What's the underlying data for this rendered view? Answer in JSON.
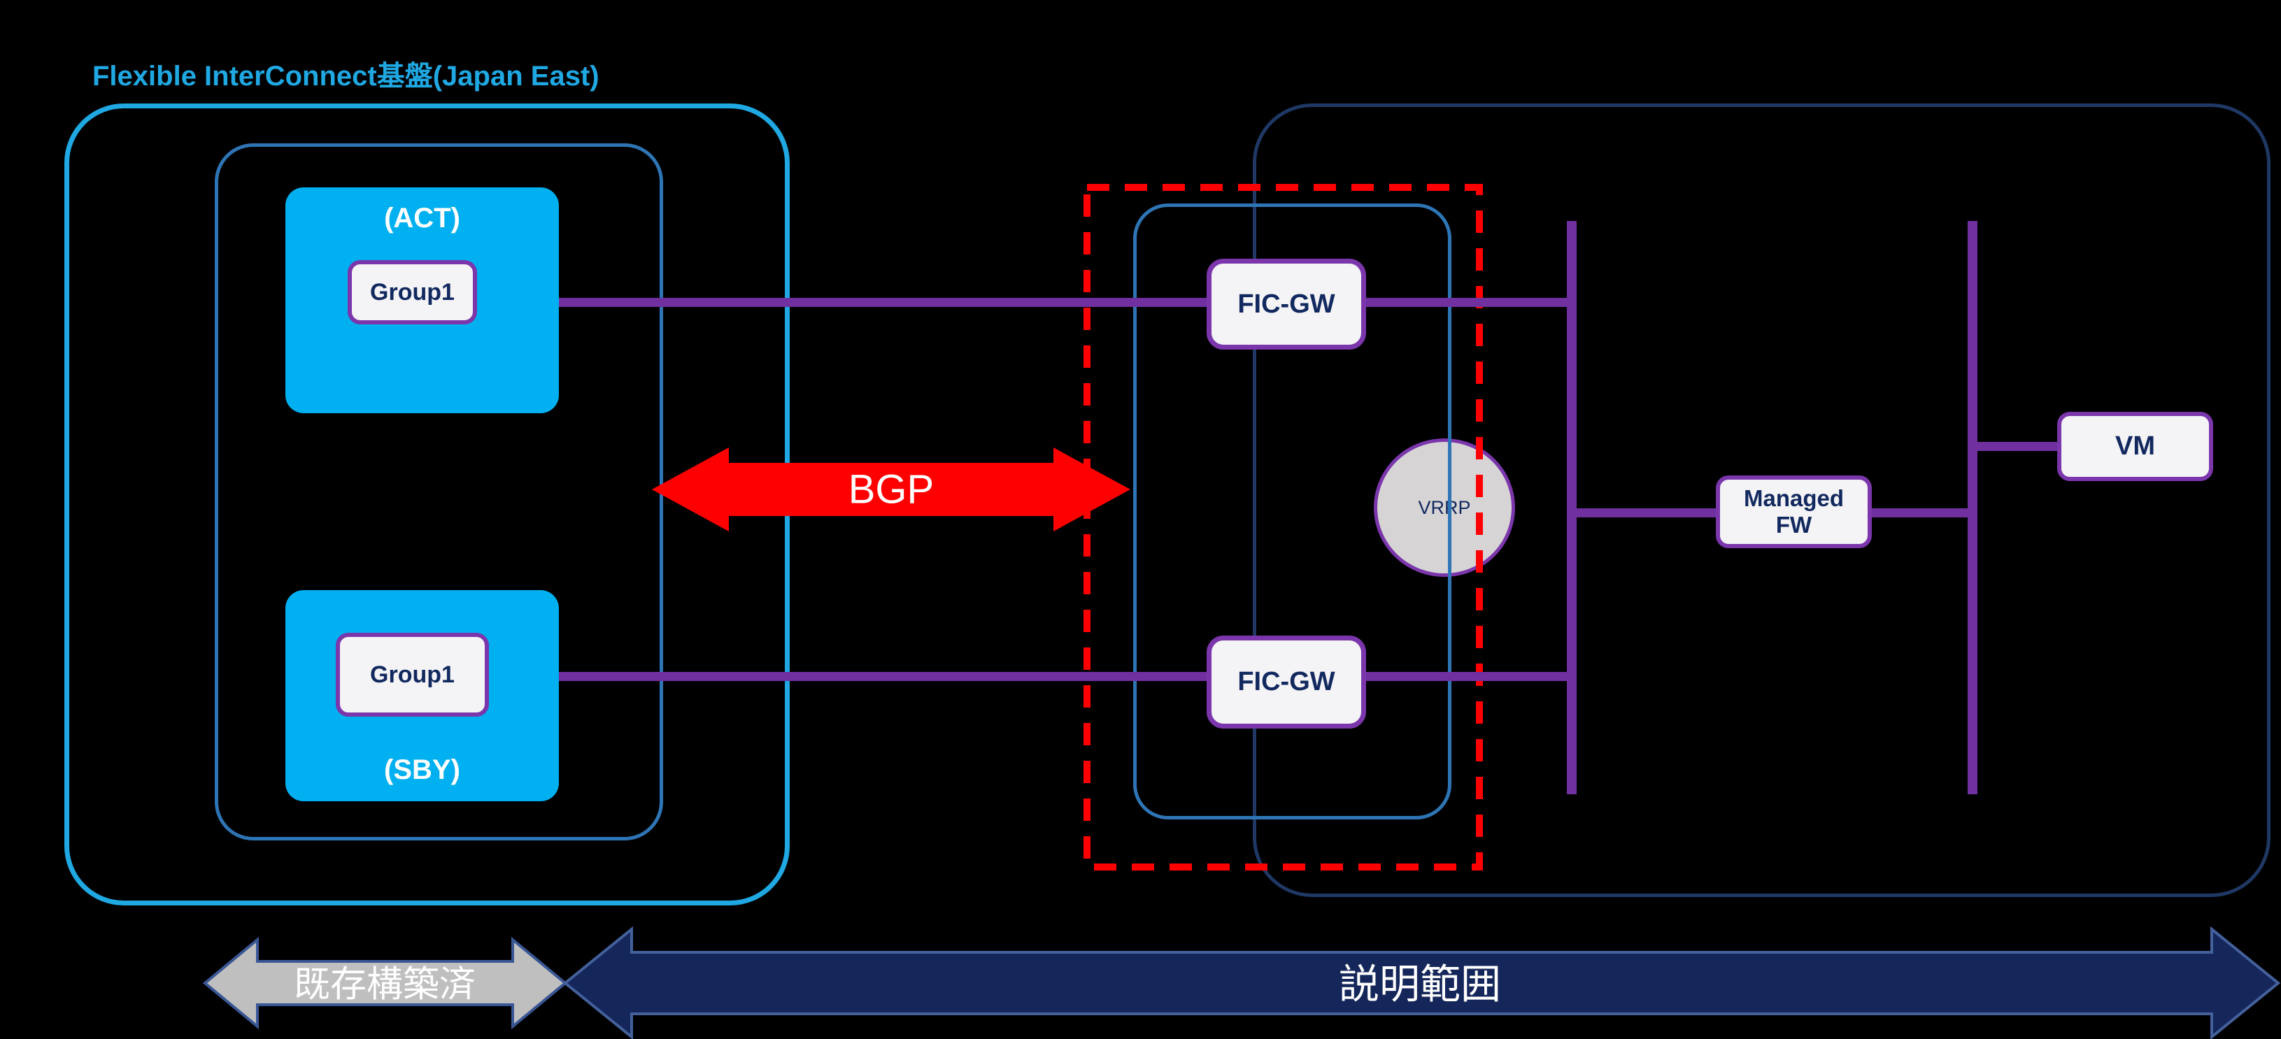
{
  "title": "Flexible InterConnect基盤(Japan East)",
  "fic_area": {
    "act_label": "(ACT)",
    "act_group_label": "Group1",
    "sby_label": "(SBY)",
    "sby_group_label": "Group1"
  },
  "gateways": {
    "top_gw_label": "FIC-GW",
    "bottom_gw_label": "FIC-GW",
    "vrrp_label": "VRRP"
  },
  "cloud": {
    "managed_fw_label": "Managed FW",
    "vm_label": "VM"
  },
  "bgp_arrow": {
    "label": "BGP"
  },
  "legend": {
    "existing_label": "既存構築済",
    "scope_label": "説明範囲"
  },
  "colors": {
    "background": "#000000",
    "title_cyan": "#1FA8E2",
    "outer_box_cyan": "#1FA8E2",
    "inner_box_blue": "#2E75B6",
    "navy_box_border": "#1F3864",
    "node_fill_cyan": "#00B0F0",
    "node_fill_white": "#F4F3F6",
    "node_border_purple": "#7B36AC",
    "node_text_navy": "#12295F",
    "connection_purple": "#7030A0",
    "vrrp_fill_gray": "#D6D4D4",
    "bgp_red": "#FF0000",
    "dashed_red": "#FF0000",
    "existing_arrow_fill": "#BFBFBF",
    "existing_arrow_border": "#3A5795",
    "scope_arrow_fill": "#14265A",
    "scope_arrow_border": "#44619C"
  }
}
